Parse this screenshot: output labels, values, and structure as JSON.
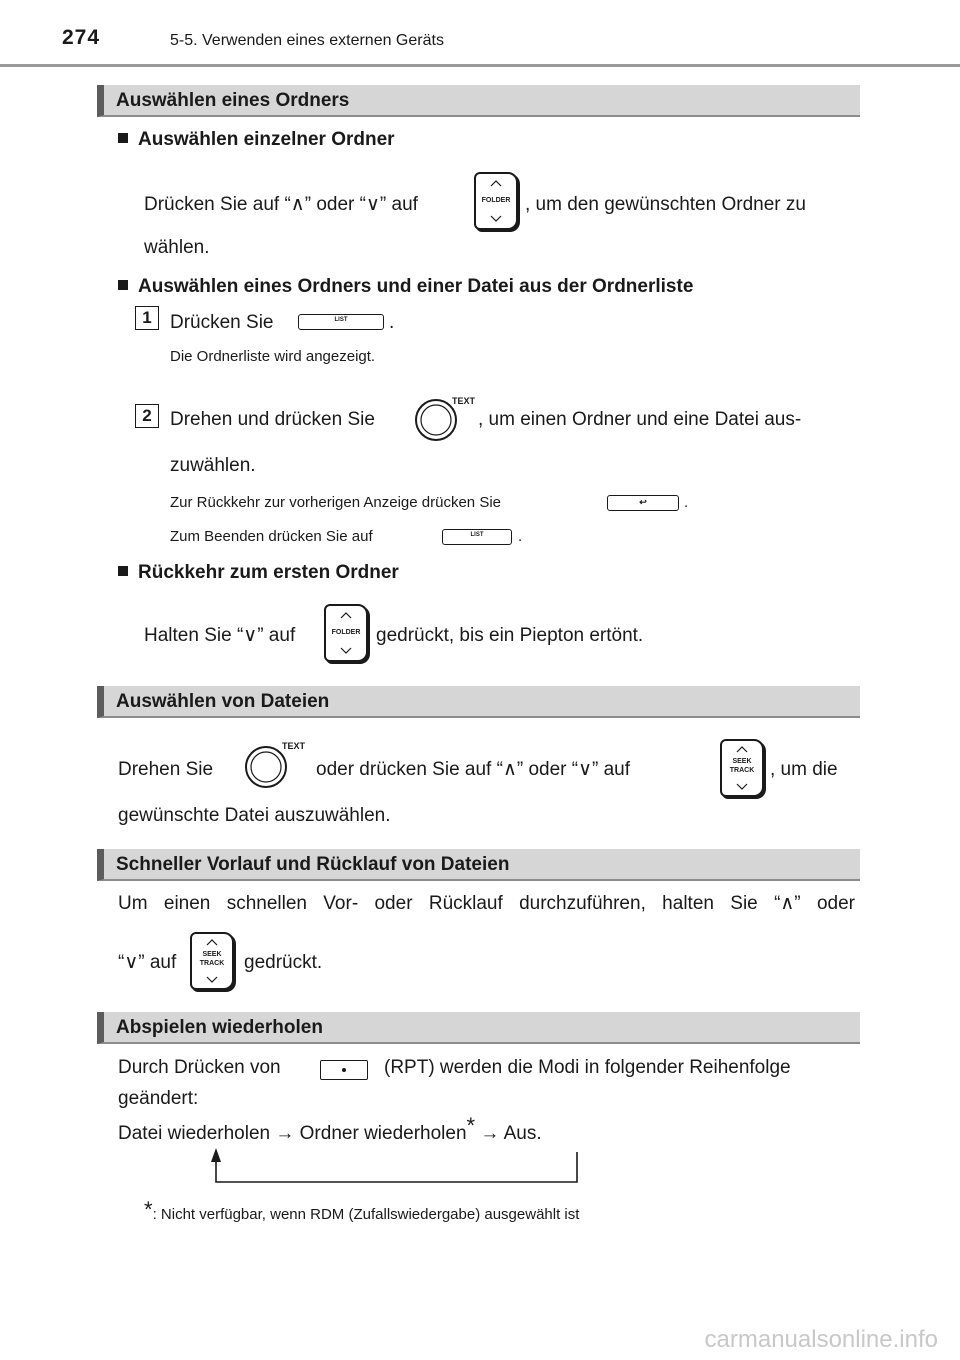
{
  "header": {
    "page_number": "274",
    "chapter": "5-5. Verwenden eines externen Geräts"
  },
  "sections": {
    "folder": {
      "title": "Auswählen eines Ordners",
      "sub1": {
        "title": "Auswählen einzelner Ordner",
        "line1_a": "Drücken Sie auf “",
        "up": "∧",
        "mid": "” oder “",
        "down": "∨",
        "line1_b": "” auf",
        "line1_c": ", um den gewünschten Ordner zu",
        "line2": "wählen."
      },
      "sub2": {
        "title": "Auswählen eines Ordners und einer Datei aus der Ordnerliste",
        "step1_num": "1",
        "step1_text_a": "Drücken Sie",
        "step1_text_b": ".",
        "step1_note": "Die Ordnerliste wird angezeigt.",
        "step2_num": "2",
        "step2_text_a": "Drehen und drücken Sie",
        "step2_text_b": ", um einen Ordner und eine Datei aus-",
        "step2_line2": "zuwählen.",
        "note_back_a": "Zur Rückkehr zur vorherigen Anzeige drücken Sie",
        "note_back_b": ".",
        "note_end_a": "Zum Beenden drücken Sie auf",
        "note_end_b": "."
      },
      "sub3": {
        "title": "Rückkehr zum ersten Ordner",
        "text_a": "Halten Sie “",
        "down": "∨",
        "text_b": "” auf",
        "text_c": "gedrückt, bis ein Piepton ertönt."
      }
    },
    "files": {
      "title": "Auswählen von Dateien",
      "line1_a": "Drehen Sie",
      "line1_b": "oder drücken Sie auf “∧” oder “∨” auf",
      "line1_c": ", um die",
      "line2": "gewünschte Datei auszuwählen."
    },
    "fast": {
      "title": "Schneller Vorlauf und Rücklauf von Dateien",
      "line1": "Um einen schnellen Vor- oder Rücklauf durchzuführen, halten Sie “∧” oder",
      "line2_a": "“∨” auf",
      "line2_b": "gedrückt."
    },
    "repeat": {
      "title": "Abspielen wiederholen",
      "line1_a": "Durch Drücken von",
      "line1_b": "(RPT) werden die Modi in folgender Reihenfolge",
      "line2": "geändert:",
      "line3_a": "Datei wiederholen → Ordner wiederholen",
      "asterisk": "*",
      "line3_b": " → Aus.",
      "footnote_star": "*",
      "footnote": ": Nicht verfügbar, wenn RDM (Zufallswiedergabe) ausgewählt ist"
    }
  },
  "buttons": {
    "folder_label": "FOLDER",
    "list_label": "LIST",
    "seek_label_1": "SEEK",
    "seek_label_2": "TRACK",
    "text_label": "TEXT",
    "back_symbol": "↩"
  },
  "watermark": "carmanualsonline.info"
}
